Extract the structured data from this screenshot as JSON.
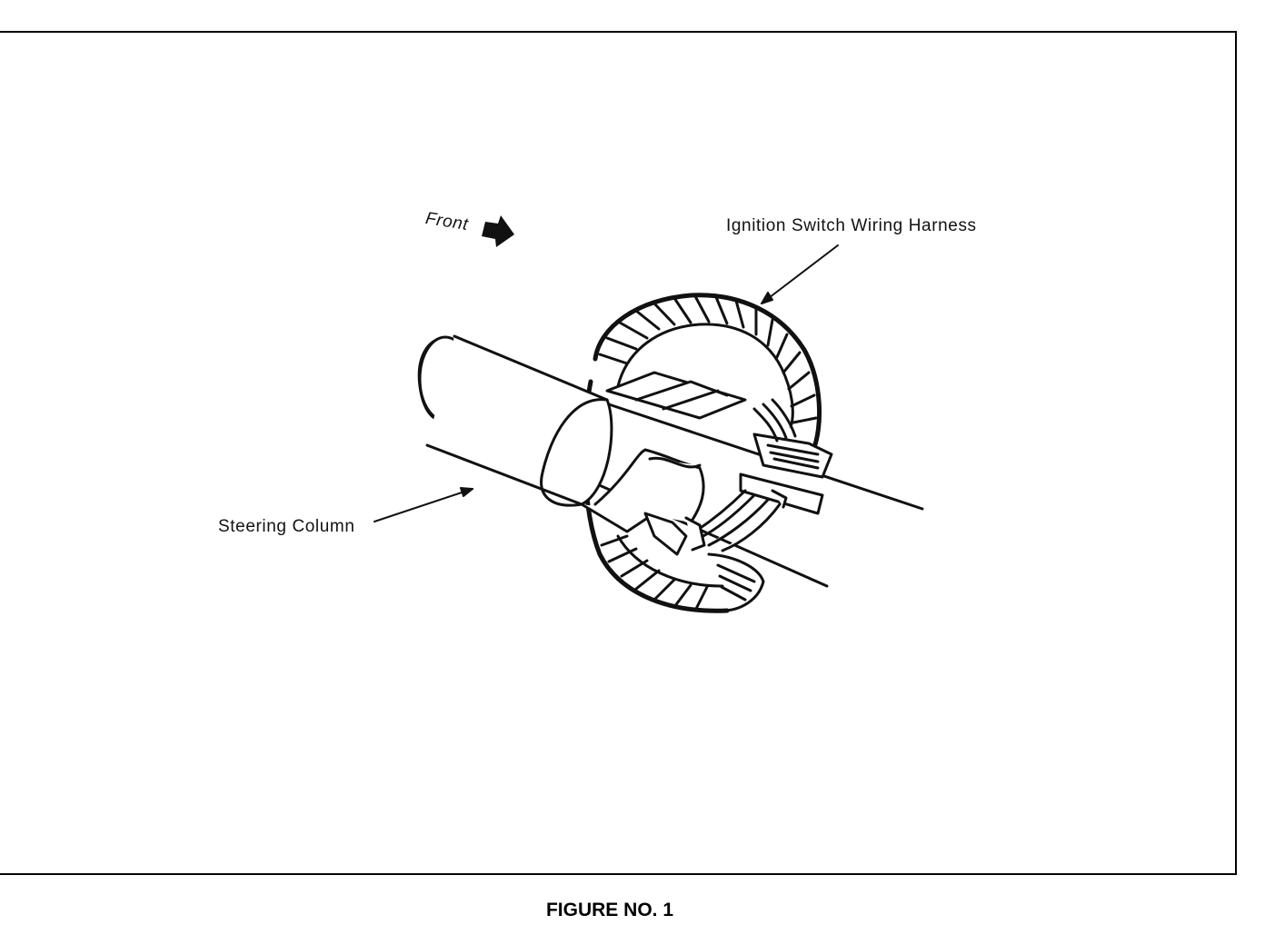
{
  "diagram": {
    "labels": {
      "front": "Front",
      "harness": "Ignition Switch Wiring Harness",
      "column": "Steering Column"
    },
    "caption": "FIGURE NO. 1"
  },
  "colors": {
    "ink": "#111111",
    "paper": "#ffffff"
  }
}
